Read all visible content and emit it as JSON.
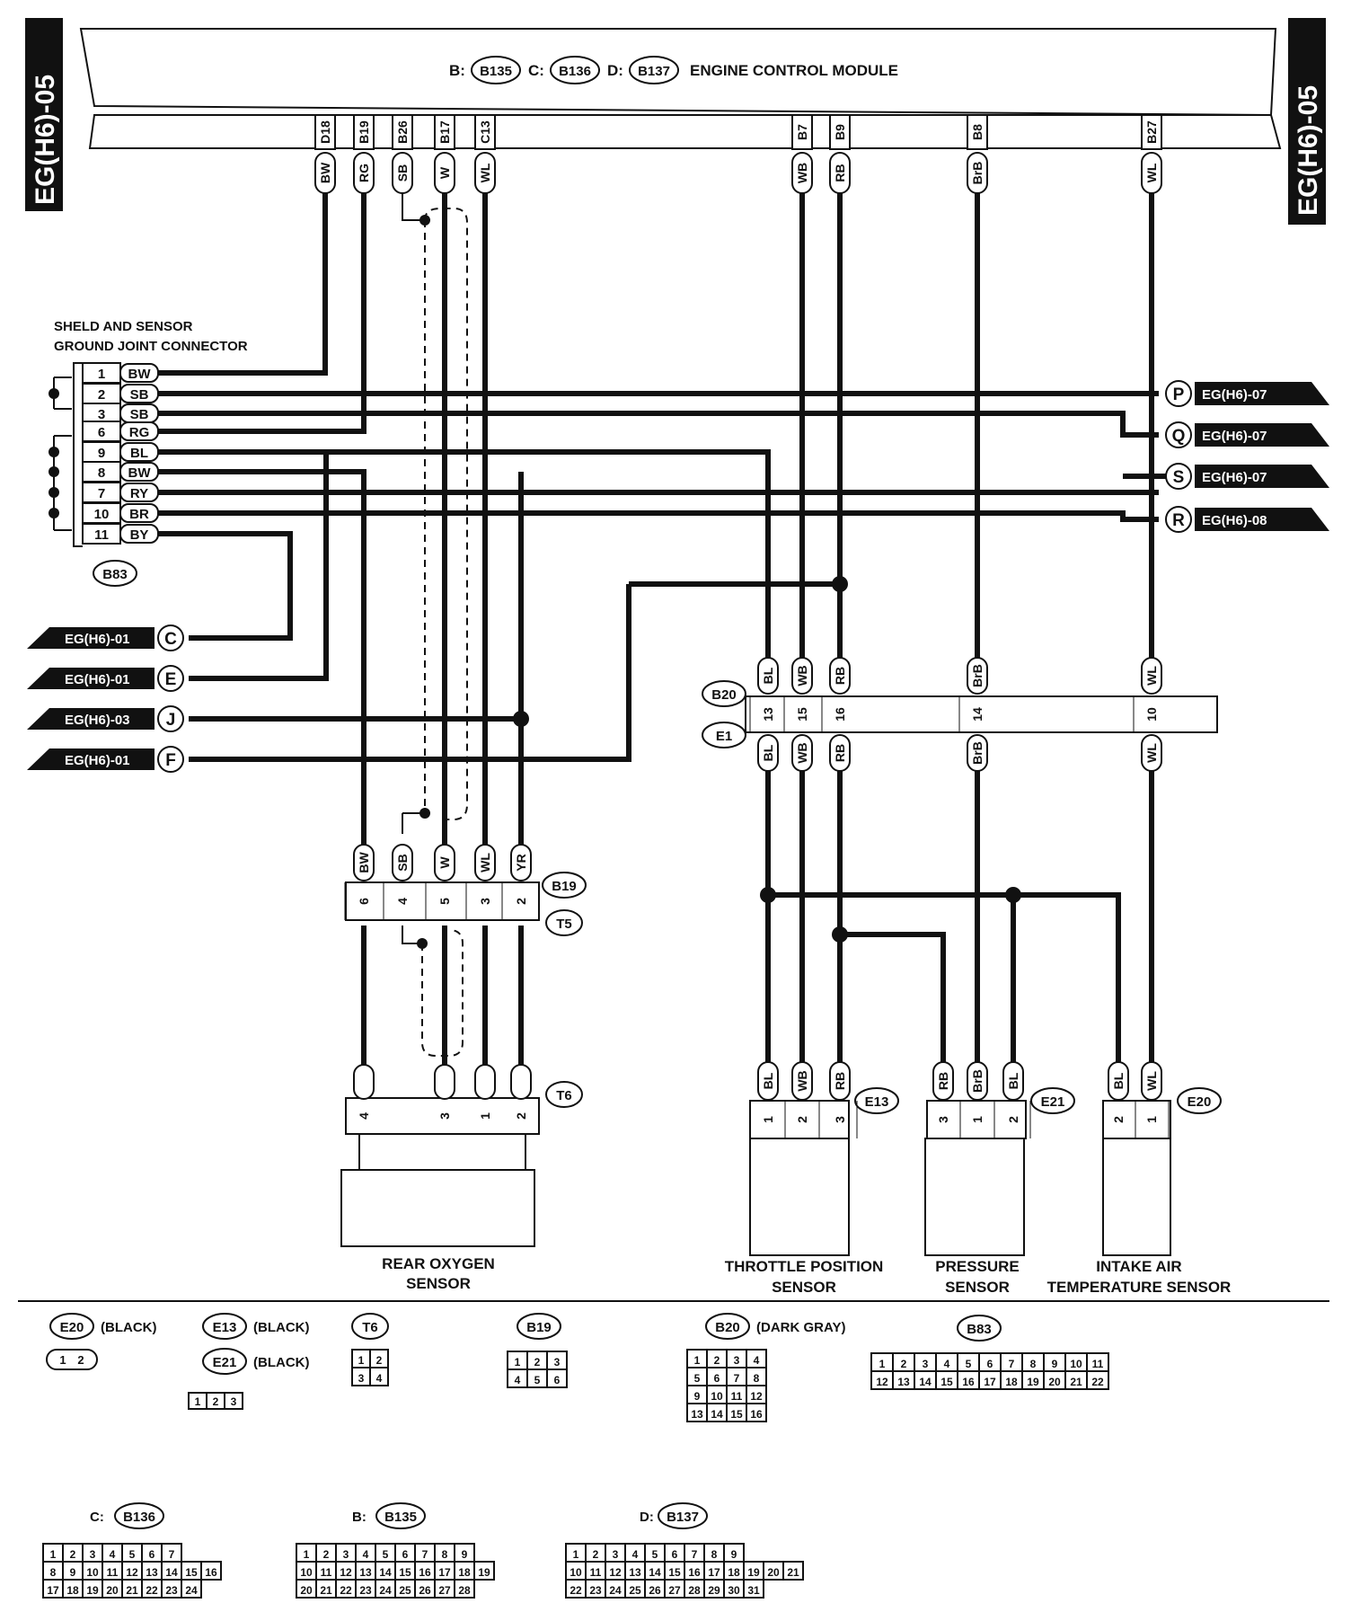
{
  "page_tag": "EG(H6)-05",
  "ecm": {
    "title": "ENGINE CONTROL MODULE",
    "connectors": [
      {
        "prefix": "B:",
        "name": "B135"
      },
      {
        "prefix": "C:",
        "name": "B136"
      },
      {
        "prefix": "D:",
        "name": "B137"
      }
    ],
    "pins": [
      {
        "pin": "D18",
        "color": "BW"
      },
      {
        "pin": "B19",
        "color": "RG"
      },
      {
        "pin": "B26",
        "color": "SB"
      },
      {
        "pin": "B17",
        "color": "W"
      },
      {
        "pin": "C13",
        "color": "WL"
      },
      {
        "pin": "B7",
        "color": "WB"
      },
      {
        "pin": "B9",
        "color": "RB"
      },
      {
        "pin": "B8",
        "color": "BrB"
      },
      {
        "pin": "B27",
        "color": "WL"
      }
    ]
  },
  "joint_connector": {
    "title_line1": "SHELD AND SENSOR",
    "title_line2": "GROUND JOINT CONNECTOR",
    "name": "B83",
    "pins": [
      {
        "pin": "1",
        "color": "BW"
      },
      {
        "pin": "2",
        "color": "SB"
      },
      {
        "pin": "3",
        "color": "SB"
      },
      {
        "pin": "6",
        "color": "RG"
      },
      {
        "pin": "9",
        "color": "BL"
      },
      {
        "pin": "8",
        "color": "BW"
      },
      {
        "pin": "7",
        "color": "RY"
      },
      {
        "pin": "10",
        "color": "BR"
      },
      {
        "pin": "11",
        "color": "BY"
      }
    ]
  },
  "right_refs": [
    {
      "letter": "P",
      "page": "EG(H6)-07"
    },
    {
      "letter": "Q",
      "page": "EG(H6)-07"
    },
    {
      "letter": "S",
      "page": "EG(H6)-07"
    },
    {
      "letter": "R",
      "page": "EG(H6)-08"
    }
  ],
  "left_refs": [
    {
      "letter": "C",
      "page": "EG(H6)-01"
    },
    {
      "letter": "E",
      "page": "EG(H6)-01"
    },
    {
      "letter": "J",
      "page": "EG(H6)-03"
    },
    {
      "letter": "F",
      "page": "EG(H6)-01"
    }
  ],
  "b20_e1": {
    "top": "B20",
    "bottom": "E1",
    "pins": [
      {
        "pin": "13",
        "color": "BL"
      },
      {
        "pin": "15",
        "color": "WB"
      },
      {
        "pin": "16",
        "color": "RB"
      },
      {
        "pin": "14",
        "color": "BrB"
      },
      {
        "pin": "10",
        "color": "WL"
      }
    ]
  },
  "b19_t5": {
    "top": "B19",
    "bottom": "T5",
    "pins": [
      {
        "pin": "6",
        "color": "BW"
      },
      {
        "pin": "4",
        "color": "SB"
      },
      {
        "pin": "5",
        "color": "W"
      },
      {
        "pin": "3",
        "color": "WL"
      },
      {
        "pin": "2",
        "color": "YR"
      }
    ]
  },
  "sensors": {
    "t6": {
      "name": "T6",
      "pins": [
        "4",
        "3",
        "1",
        "2"
      ],
      "label_line1": "REAR OXYGEN",
      "label_line2": "SENSOR"
    },
    "e13": {
      "name": "E13",
      "pins": [
        "1",
        "2",
        "3"
      ],
      "colors": [
        "BL",
        "WB",
        "RB"
      ],
      "label_line1": "THROTTLE POSITION",
      "label_line2": "SENSOR"
    },
    "e21": {
      "name": "E21",
      "pins": [
        "3",
        "1",
        "2"
      ],
      "colors": [
        "RB",
        "BrB",
        "BL"
      ],
      "label_line1": "PRESSURE",
      "label_line2": "SENSOR"
    },
    "e20": {
      "name": "E20",
      "pins": [
        "2",
        "1"
      ],
      "colors": [
        "BL",
        "WL"
      ],
      "label_line1": "INTAKE AIR",
      "label_line2": "TEMPERATURE SENSOR"
    }
  },
  "legend": {
    "e20": {
      "name": "E20",
      "color": "(BLACK)",
      "pins": [
        "1",
        "2"
      ]
    },
    "e13": {
      "name": "E13",
      "color": "(BLACK)"
    },
    "e21": {
      "name": "E21",
      "color": "(BLACK)",
      "pins": [
        "1",
        "2",
        "3"
      ]
    },
    "t6": {
      "name": "T6",
      "rows": [
        [
          "1",
          "2"
        ],
        [
          "3",
          "4"
        ]
      ]
    },
    "b19": {
      "name": "B19",
      "rows": [
        [
          "1",
          "2",
          "3"
        ],
        [
          "4",
          "5",
          "6"
        ]
      ]
    },
    "b20": {
      "name": "B20",
      "color": "(DARK GRAY)",
      "rows": [
        [
          "1",
          "2",
          "3",
          "4"
        ],
        [
          "5",
          "6",
          "7",
          "8"
        ],
        [
          "9",
          "10",
          "11",
          "12"
        ],
        [
          "13",
          "14",
          "15",
          "16"
        ]
      ]
    },
    "b83": {
      "name": "B83",
      "rows": [
        [
          "1",
          "2",
          "3",
          "4",
          "5",
          "6",
          "7",
          "8",
          "9",
          "10",
          "11"
        ],
        [
          "12",
          "13",
          "14",
          "15",
          "16",
          "17",
          "18",
          "19",
          "20",
          "21",
          "22"
        ]
      ]
    },
    "b136": {
      "prefix": "C:",
      "name": "B136",
      "rows": [
        [
          "1",
          "2",
          "3",
          "4",
          "5",
          "6",
          "7"
        ],
        [
          "8",
          "9",
          "10",
          "11",
          "12",
          "13",
          "14",
          "15",
          "16"
        ],
        [
          "17",
          "18",
          "19",
          "20",
          "21",
          "22",
          "23",
          "24"
        ]
      ]
    },
    "b135": {
      "prefix": "B:",
      "name": "B135",
      "rows": [
        [
          "1",
          "2",
          "3",
          "4",
          "5",
          "6",
          "7",
          "8",
          "9"
        ],
        [
          "10",
          "11",
          "12",
          "13",
          "14",
          "15",
          "16",
          "17",
          "18",
          "19"
        ],
        [
          "20",
          "21",
          "22",
          "23",
          "24",
          "25",
          "26",
          "27",
          "28"
        ]
      ]
    },
    "b137": {
      "prefix": "D:",
      "name": "B137",
      "rows": [
        [
          "1",
          "2",
          "3",
          "4",
          "5",
          "6",
          "7",
          "8",
          "9"
        ],
        [
          "10",
          "11",
          "12",
          "13",
          "14",
          "15",
          "16",
          "17",
          "18",
          "19",
          "20",
          "21"
        ],
        [
          "22",
          "23",
          "24",
          "25",
          "26",
          "27",
          "28",
          "29",
          "30",
          "31"
        ]
      ]
    }
  }
}
